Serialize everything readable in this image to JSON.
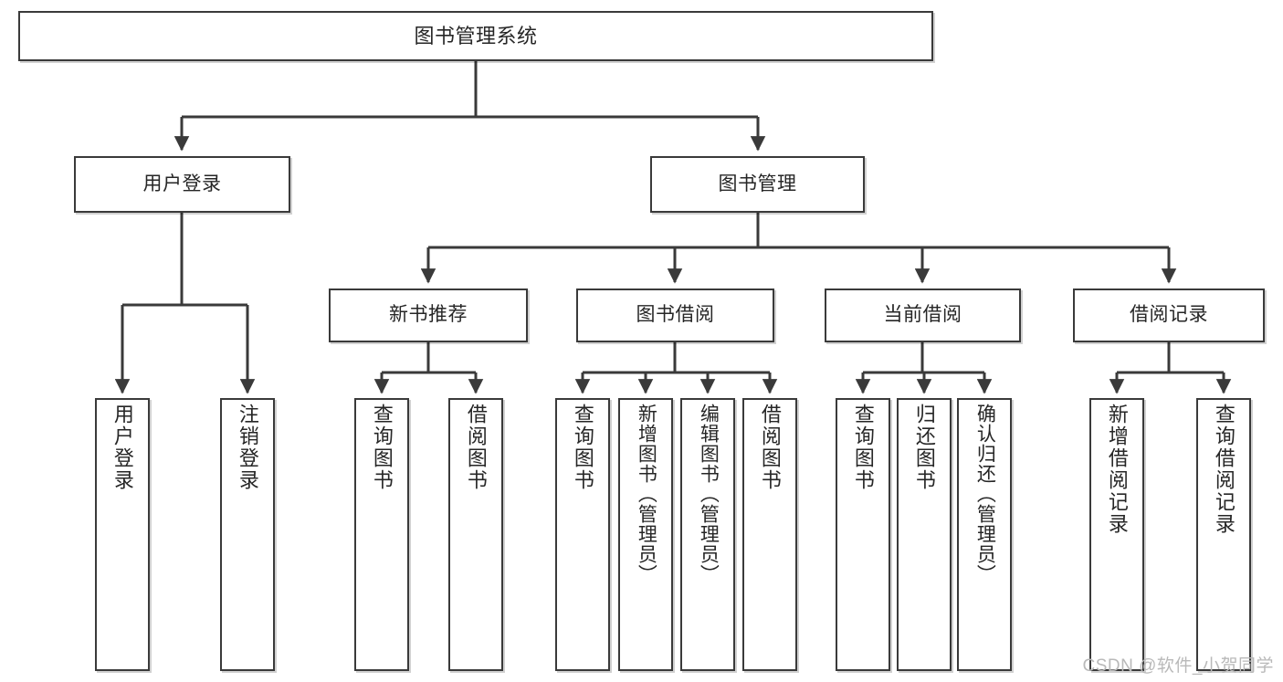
{
  "diagram": {
    "title": "图书管理系统",
    "type": "tree-hierarchy",
    "watermark": "CSDN @软件_小贺同学",
    "colors": {
      "node_border": "#3a3a3a",
      "node_fill": "#ffffff",
      "edge": "#3a3a3a",
      "text": "#262626",
      "watermark": "#b9b9b9"
    },
    "nodes": {
      "root": {
        "label": "图书管理系统"
      },
      "level1": [
        {
          "id": "user-login",
          "label": "用户登录"
        },
        {
          "id": "book-manage",
          "label": "图书管理"
        }
      ],
      "level2": [
        {
          "id": "new-book-recommend",
          "label": "新书推荐"
        },
        {
          "id": "book-borrow",
          "label": "图书借阅"
        },
        {
          "id": "current-borrow",
          "label": "当前借阅"
        },
        {
          "id": "borrow-record",
          "label": "借阅记录"
        }
      ],
      "leaves": {
        "user-login": [
          {
            "id": "leaf-user-login",
            "label": "用户登录"
          },
          {
            "id": "leaf-user-logout",
            "label": "注销登录"
          }
        ],
        "new-book-recommend": [
          {
            "id": "leaf-query-book-1",
            "label": "查询图书"
          },
          {
            "id": "leaf-borrow-book-1",
            "label": "借阅图书"
          }
        ],
        "book-borrow": [
          {
            "id": "leaf-query-book-2",
            "label": "查询图书"
          },
          {
            "id": "leaf-add-book",
            "label": "新增图书（管理员）"
          },
          {
            "id": "leaf-edit-book",
            "label": "编辑图书（管理员）"
          },
          {
            "id": "leaf-borrow-book-2",
            "label": "借阅图书"
          }
        ],
        "current-borrow": [
          {
            "id": "leaf-query-book-3",
            "label": "查询图书"
          },
          {
            "id": "leaf-return-book",
            "label": "归还图书"
          },
          {
            "id": "leaf-confirm-return",
            "label": "确认归还（管理员）"
          }
        ],
        "borrow-record": [
          {
            "id": "leaf-add-record",
            "label": "新增借阅记录"
          },
          {
            "id": "leaf-query-record",
            "label": "查询借阅记录"
          }
        ]
      }
    }
  }
}
